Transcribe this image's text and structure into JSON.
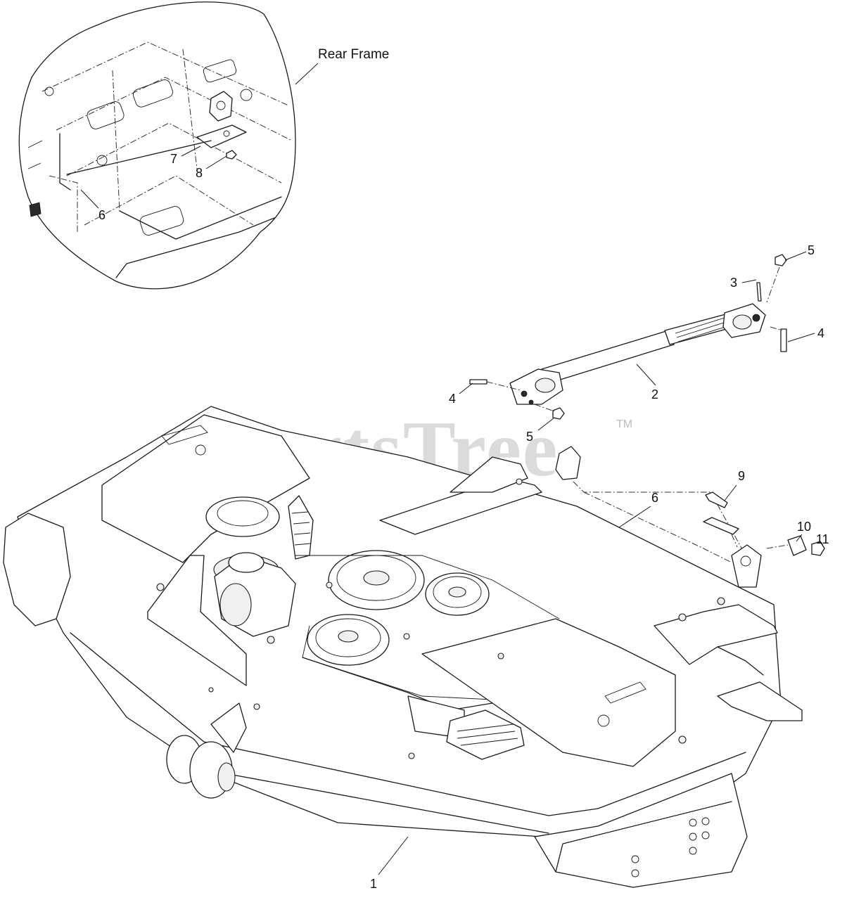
{
  "labels": {
    "rear_frame": "Rear Frame",
    "watermark": "PartsTree",
    "trademark": "TM"
  },
  "callouts": [
    {
      "id": "rf-7",
      "text": "7"
    },
    {
      "id": "rf-8",
      "text": "8"
    },
    {
      "id": "rf-6",
      "text": "6"
    },
    {
      "id": "c-5a",
      "text": "5"
    },
    {
      "id": "c-3",
      "text": "3"
    },
    {
      "id": "c-4a",
      "text": "4"
    },
    {
      "id": "c-2",
      "text": "2"
    },
    {
      "id": "c-4b",
      "text": "4"
    },
    {
      "id": "c-5b",
      "text": "5"
    },
    {
      "id": "c-9",
      "text": "9"
    },
    {
      "id": "c-6",
      "text": "6"
    },
    {
      "id": "c-10",
      "text": "10"
    },
    {
      "id": "c-11",
      "text": "11"
    },
    {
      "id": "c-1",
      "text": "1"
    }
  ],
  "colors": {
    "line": "#1a1a1a",
    "watermark": "#bdbdbd",
    "background": "#ffffff"
  }
}
